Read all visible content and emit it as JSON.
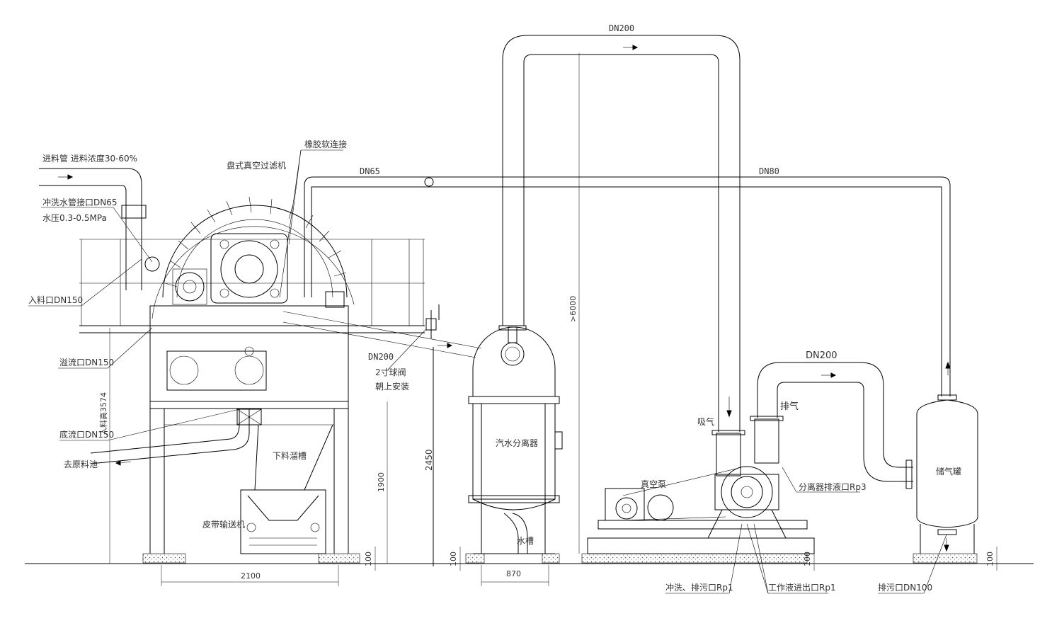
{
  "labels": {
    "feed_pipe": "进料管 进料浓度30-60%",
    "disc_filter": "盘式真空过滤机",
    "rubber_joint": "橡胶软连接",
    "flush_port": "冲洗水管接口DN65",
    "water_pressure": "水压0.3-0.5MPa",
    "feed_inlet": "入料口DN150",
    "overflow": "溢流口DN150",
    "bottom_outlet": "底流口DN150",
    "to_slurry_tank": "去原料池",
    "ball_valve": "2寸球阀",
    "ball_valve_note": "朝上安装",
    "chute": "下料溜槽",
    "belt_conveyor": "皮带输送机",
    "separator": "汽水分离器",
    "water_seal": "水槽",
    "vacuum_pump": "真空泵",
    "suction": "吸气",
    "exhaust": "排气",
    "sep_drain": "分离器排液口Rp3",
    "air_tank": "储气罐",
    "flush_drain": "冲洗、排污口Rp1",
    "work_fluid": "工作液进出口Rp1",
    "drain_port": "排污口DN100",
    "dn200_top": "DN200",
    "dn65": "DN65",
    "dn80": "DN80",
    "dn200_mid": "DN200",
    "dn200_right": "DN200"
  },
  "dimensions": {
    "d2100": "2100",
    "d870": "870",
    "d1900": "1900",
    "d2450": "2450",
    "d3574": "入料高3574",
    "d6000": ">6000",
    "d100_a": "100",
    "d100_b": "100",
    "d100_c": "100",
    "d100_d": "100"
  }
}
